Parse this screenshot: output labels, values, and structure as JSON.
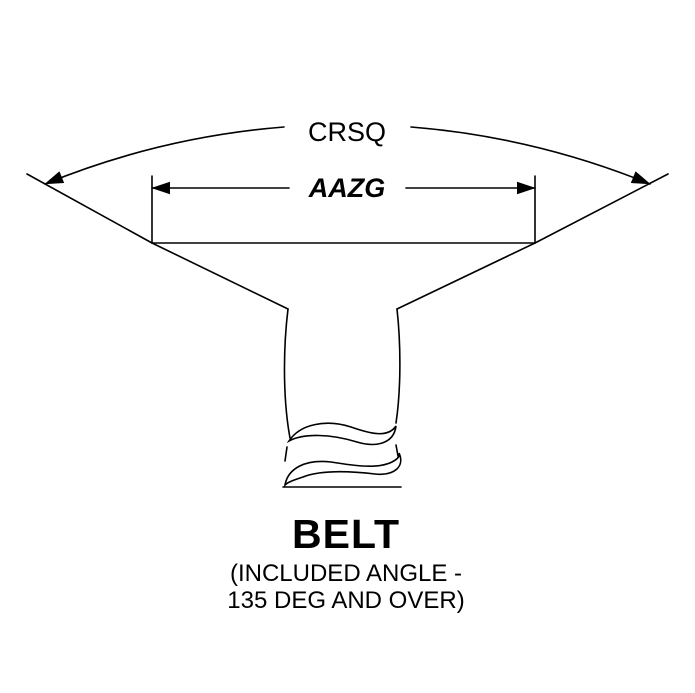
{
  "diagram": {
    "dimension_labels": {
      "angle": "CRSQ",
      "width": "AAZG"
    },
    "caption": {
      "title": "BELT",
      "subtitle_line1": "(INCLUDED ANGLE -",
      "subtitle_line2": "135 DEG AND OVER)"
    },
    "colors": {
      "line": "#000000",
      "background": "#ffffff"
    }
  }
}
